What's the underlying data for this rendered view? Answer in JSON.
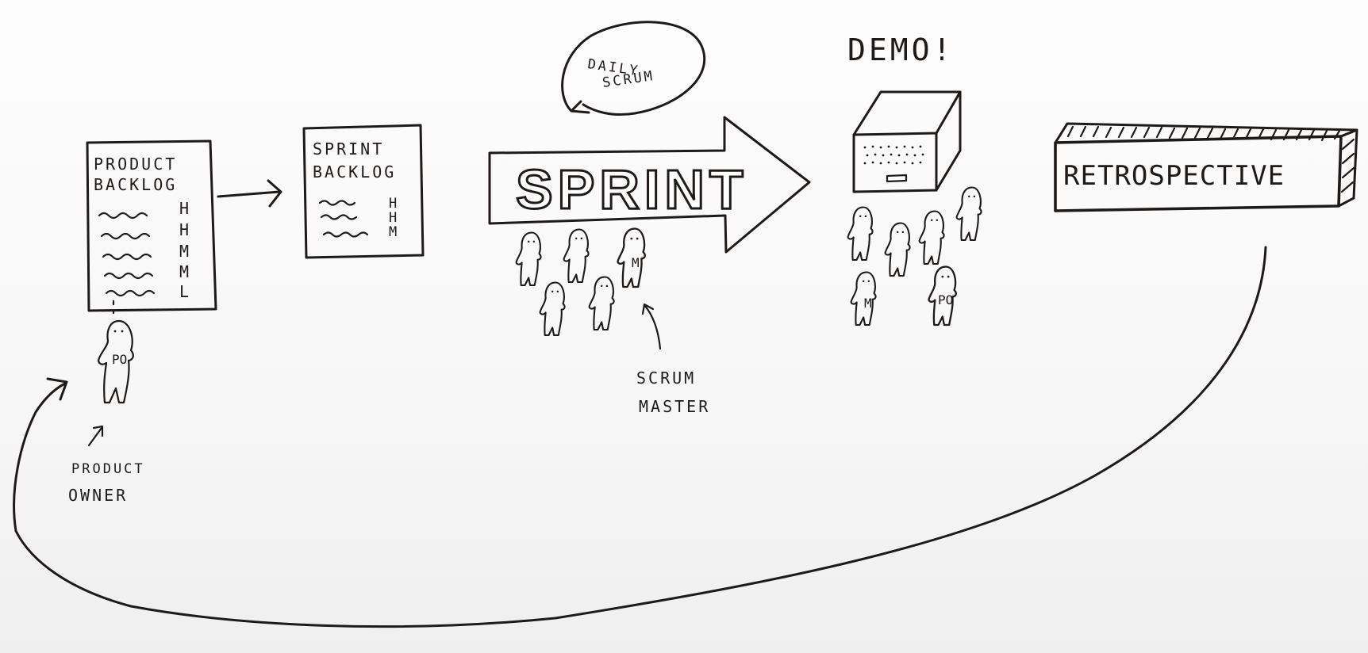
{
  "product_backlog": {
    "title_line1": "PRODUCT",
    "title_line2": "BACKLOG",
    "priorities": [
      "H",
      "H",
      "M",
      "M",
      "L"
    ]
  },
  "sprint_backlog": {
    "title_line1": "SPRINT",
    "title_line2": "BACKLOG",
    "priorities": [
      "H",
      "H",
      "M"
    ]
  },
  "daily_scrum": {
    "line1": "DAILY",
    "line2": "SCRUM"
  },
  "sprint": {
    "label": "SPRINT"
  },
  "demo": {
    "label": "DEMO!"
  },
  "retrospective": {
    "label": "RETROSPECTIVE"
  },
  "product_owner": {
    "badge": "PO",
    "caption_line1": "PRODUCT",
    "caption_line2": "OWNER"
  },
  "scrum_master": {
    "badge": "M",
    "caption_line1": "SCRUM",
    "caption_line2": "MASTER"
  },
  "colors": {
    "ink": "#1f1a17",
    "paper": "#fbfbfb"
  }
}
